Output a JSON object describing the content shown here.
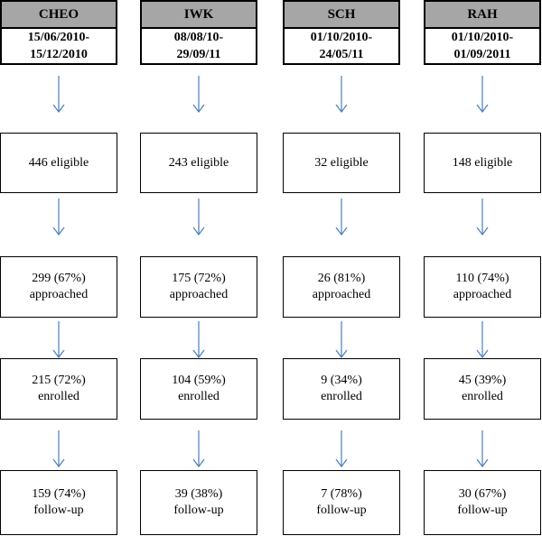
{
  "sites": [
    {
      "name": "CHEO",
      "dates_line1": "15/06/2010-",
      "dates_line2": "15/12/2010",
      "eligible": "446 eligible",
      "approached_line1": "299 (67%)",
      "approached_line2": "approached",
      "enrolled_line1": "215 (72%)",
      "enrolled_line2": "enrolled",
      "followup_line1": "159 (74%)",
      "followup_line2": "follow-up"
    },
    {
      "name": "IWK",
      "dates_line1": "08/08/10-",
      "dates_line2": "29/09/11",
      "eligible": "243 eligible",
      "approached_line1": "175 (72%)",
      "approached_line2": "approached",
      "enrolled_line1": "104 (59%)",
      "enrolled_line2": "enrolled",
      "followup_line1": "39 (38%)",
      "followup_line2": "follow-up"
    },
    {
      "name": "SCH",
      "dates_line1": "01/10/2010-",
      "dates_line2": "24/05/11",
      "eligible": "32 eligible",
      "approached_line1": "26 (81%)",
      "approached_line2": "approached",
      "enrolled_line1": "9 (34%)",
      "enrolled_line2": "enrolled",
      "followup_line1": "7 (78%)",
      "followup_line2": "follow-up"
    },
    {
      "name": "RAH",
      "dates_line1": "01/10/2010-",
      "dates_line2": "01/09/2011",
      "eligible": "148 eligible",
      "approached_line1": "110 (74%)",
      "approached_line2": "approached",
      "enrolled_line1": "45 (39%)",
      "enrolled_line2": "enrolled",
      "followup_line1": "30 (67%)",
      "followup_line2": "follow-up"
    }
  ],
  "colors": {
    "header_fill": "#a6a6a6",
    "arrow": "#4a7ebb",
    "border": "#000000"
  }
}
